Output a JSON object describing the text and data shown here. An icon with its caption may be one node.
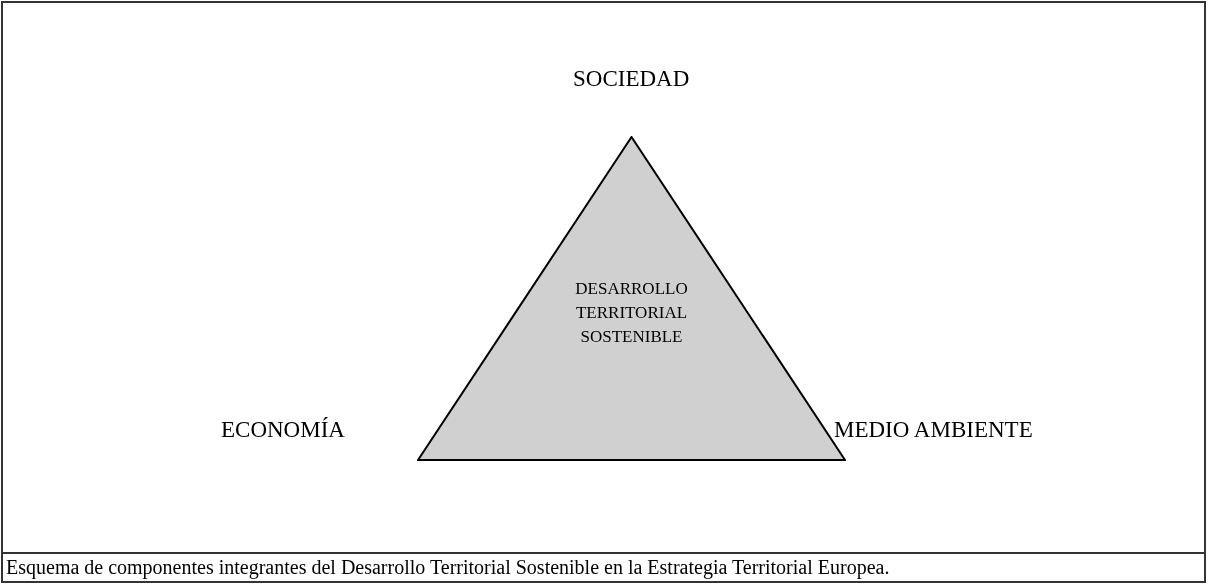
{
  "diagram": {
    "caption": "Esquema de componentes integrantes del Desarrollo Territorial Sostenible en la Estrategia Territorial Europea.",
    "nodes": [
      {
        "text": [
          "DESARROLLO TERRITORIAL SOSTENIBLE"
        ]
      }
    ],
    "labels": [
      "SOCIEDAD",
      "ECONOMÍA",
      "MEDIO AMBIENTE"
    ]
  }
}
